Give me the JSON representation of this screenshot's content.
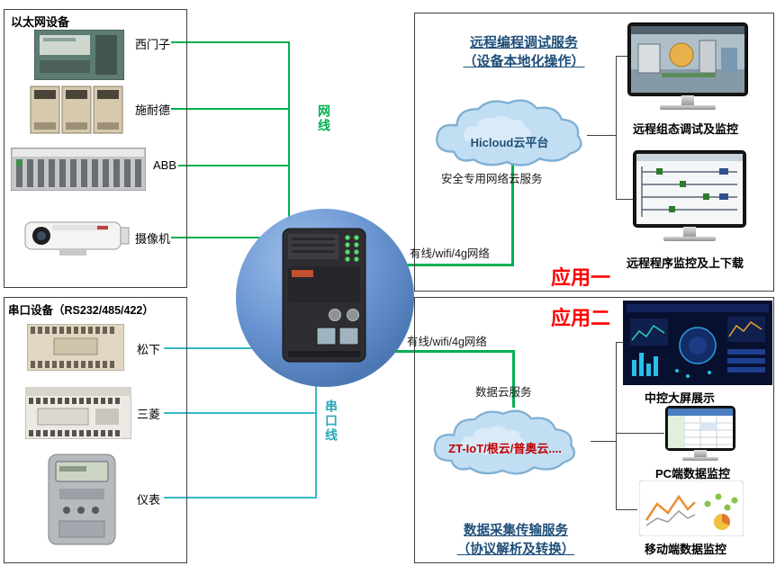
{
  "ethernet_box": {
    "title": "以太网设备",
    "devices": [
      {
        "label": "西门子"
      },
      {
        "label": "施耐德"
      },
      {
        "label": "ABB"
      },
      {
        "label": "摄像机"
      }
    ]
  },
  "serial_box": {
    "title": "串口设备（RS232/485/422）",
    "devices": [
      {
        "label": "松下"
      },
      {
        "label": "三菱"
      },
      {
        "label": "仪表"
      }
    ]
  },
  "hub": {
    "net_cable": "网线",
    "serial_cable": "串口线"
  },
  "app1": {
    "title1": "远程编程调试服务",
    "title2": "（设备本地化操作）",
    "cloud": "Hicloud云平台",
    "cloud_sub": "安全专用网络云服务",
    "link": "有线/wifi/4g网络",
    "monitor1": "远程组态调试及监控",
    "monitor2": "远程程序监控及上下载",
    "badge": "应用一"
  },
  "app2": {
    "badge": "应用二",
    "link": "有线/wifi/4g网络",
    "cloud_sub": "数据云服务",
    "cloud": "ZT-IoT/根云/普奥云....",
    "screen1": "中控大屏展示",
    "screen2": "PC端数据监控",
    "screen3": "移动端数据监控",
    "title1": "数据采集传输服务",
    "title2": "（协议解析及转换）"
  },
  "colors": {
    "ethernet_line": "#00b050",
    "serial_line": "#35b9c9",
    "title_blue": "#1f4e79",
    "badge_red": "#ff0000"
  }
}
